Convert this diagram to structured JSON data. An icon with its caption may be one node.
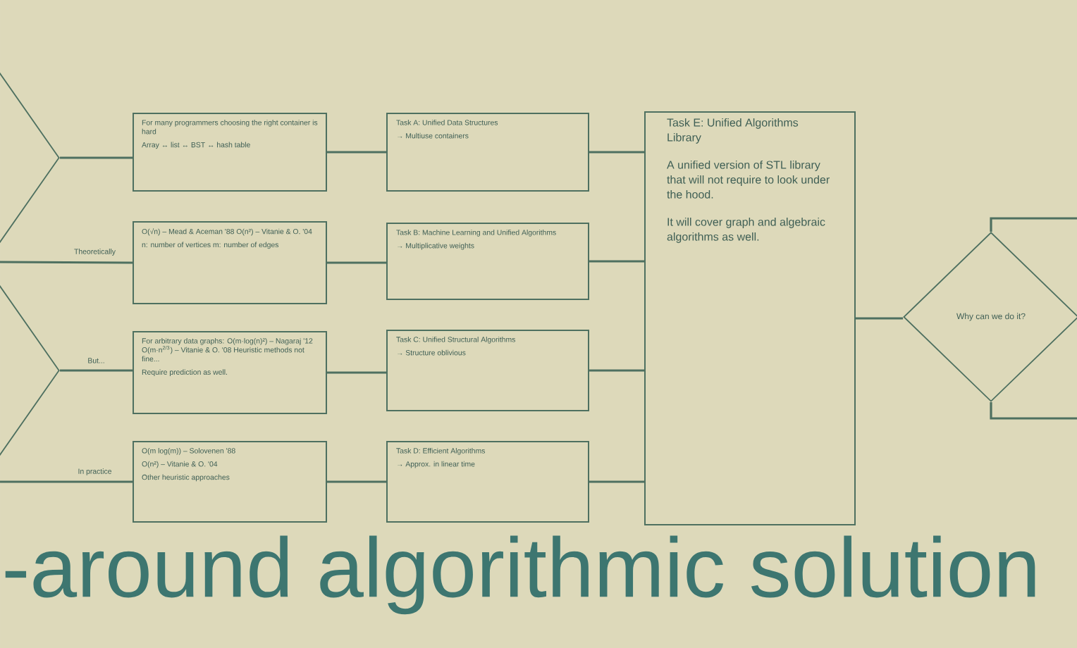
{
  "diagram": {
    "title": "-around algorithmic solution",
    "nodes": [
      {
        "text": [],
        "shape": "diamond"
      },
      {
        "text": [],
        "shape": "diamond"
      },
      {
        "text": [
          "For many programmers choosing the right container is hard",
          "Array ↔ list ↔ BST ↔ hash table"
        ]
      },
      {
        "text": [
          "O(√n) – Mead & Aceman '88 O(n²) – Vitanie & O. '04",
          "n: number of vertices m: number of edges"
        ]
      },
      {
        "text": [
          "For arbitrary data graphs: O(m·log(n)²) – Nagaraj '12 O(m·n$^{2/3}$) – Vitanie & O. '08 Heuristic methods not fine...",
          "Require prediction as well."
        ]
      },
      {
        "text": [
          "O(m log(m)) – Solovenen '88",
          "O(n²) – Vitanie & O. '04",
          "Other heuristic approaches"
        ]
      },
      {
        "text": [
          "Task A: Unified Data Structures",
          "→ Multiuse containers"
        ]
      },
      {
        "text": [
          "Task B: Machine Learning and Unified Algorithms",
          "→ Multiplicative weights"
        ]
      },
      {
        "text": [
          "Task C: Unified Structural Algorithms",
          "→ Structure oblivious"
        ]
      },
      {
        "text": [
          "Task D: Efficient Algorithms",
          "→ Approx. in linear time"
        ]
      },
      {
        "text": [
          "Task E: Unified Algorithms Library",
          "A unified version of STL library that will not require to look under the hood.",
          "It will cover graph and algebraic algorithms as well."
        ]
      },
      {
        "text": [
          "Why can we do it?"
        ]
      }
    ],
    "edges": [
      {
        "from": 0,
        "to": 2,
        "arrow": "none"
      },
      {
        "from": null,
        "to": 3,
        "arrow": "none",
        "label": "Theoretically"
      },
      {
        "from": 1,
        "to": 4,
        "arrow": "none",
        "label": "But..."
      },
      {
        "from": null,
        "to": 5,
        "arrow": "none",
        "label": "In practice"
      },
      {
        "from": 2,
        "to": 6,
        "arrow": "none"
      },
      {
        "from": 3,
        "to": 7,
        "arrow": "none"
      },
      {
        "from": 4,
        "to": 8,
        "arrow": "none"
      },
      {
        "from": 5,
        "to": 9,
        "arrow": "none"
      },
      {
        "from": 6,
        "to": 10,
        "arrow": "none"
      },
      {
        "from": 7,
        "to": 10,
        "arrow": "none"
      },
      {
        "from": 8,
        "to": 10,
        "arrow": "none"
      },
      {
        "from": 9,
        "to": 10,
        "arrow": "none"
      },
      {
        "from": 10,
        "to": 11,
        "arrow": "none"
      },
      {
        "from": 11,
        "to": null,
        "arrow": "none"
      },
      {
        "from": 11,
        "to": null,
        "arrow": "none"
      }
    ]
  }
}
